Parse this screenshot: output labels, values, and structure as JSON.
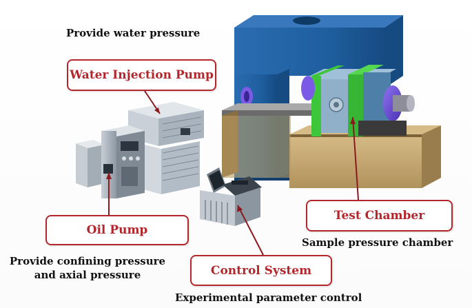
{
  "labels": {
    "water_pump": "Water Injection Pump",
    "oil_pump": "Oil Pump",
    "control_system": "Control System",
    "test_chamber": "Test Chamber"
  },
  "captions": {
    "water_pressure": "Provide water pressure",
    "confining_line1": "Provide confining pressure",
    "confining_line2": "and axial pressure",
    "control": "Experimental parameter control",
    "sample": "Sample pressure chamber"
  },
  "colors": {
    "label_border": "#b3272c",
    "label_text": "#b3272c",
    "frame_blue": "#1f5fa0",
    "chamber_green": "#3ec63a",
    "chamber_purple": "#6a4bd6",
    "base_tan": "#c8a972",
    "cabinet_gray": "#9aa3ad"
  }
}
